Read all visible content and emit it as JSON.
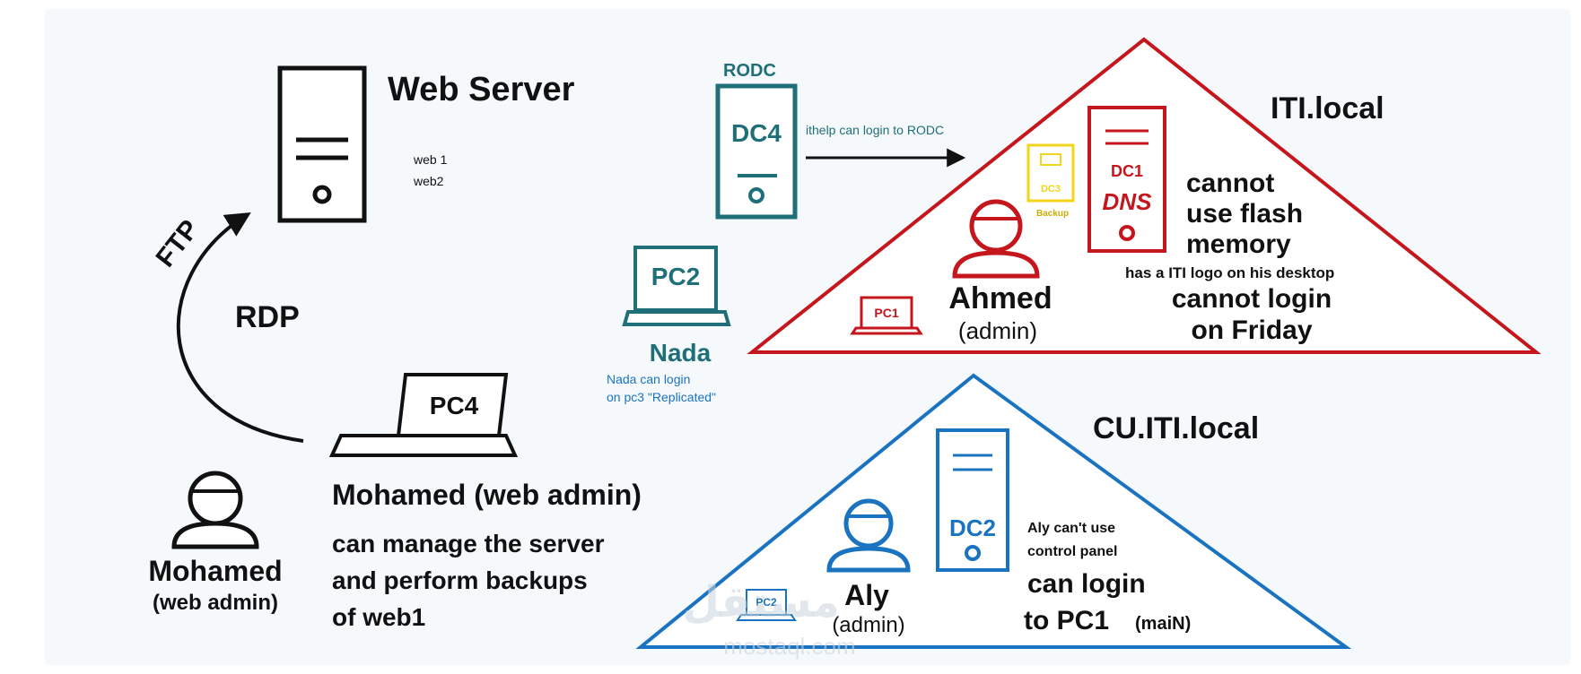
{
  "colors": {
    "black": "#111111",
    "red": "#c4161c",
    "blue": "#1a73c0",
    "teal": "#1f6f78",
    "yellow": "#f2d51b",
    "watermark": "#c9d4df",
    "background_tint": "#eef3f8"
  },
  "web_server": {
    "title": "Web Server",
    "sites": [
      "web 1",
      "web2"
    ],
    "icon": "server-icon"
  },
  "connections": {
    "ftp_label": "FTP",
    "rdp_label": "RDP",
    "rodc_note": "ithelp can login to RODC"
  },
  "rodc": {
    "label": "RODC",
    "dc_label": "DC4",
    "icon": "server-icon"
  },
  "pc2_nada": {
    "pc_label": "PC2",
    "user_name": "Nada",
    "note_line1": "Nada can login",
    "note_line2": "on pc3 \"Replicated\"",
    "icon": "laptop-icon"
  },
  "pc4": {
    "pc_label": "PC4",
    "icon": "laptop-icon"
  },
  "mohamed": {
    "name": "Mohamed",
    "role": "(web admin)",
    "heading": "Mohamed (web admin)",
    "desc_line1": "can manage the server",
    "desc_line2": "and perform backups",
    "desc_line3": "of web1",
    "icon": "user-icon"
  },
  "iti_domain": {
    "name": "ITI.local",
    "dc1_label": "DC1",
    "dns_label": "DNS",
    "dc3_label": "DC3",
    "backup_label": "Backup",
    "pc1_label": "PC1",
    "user_name": "Ahmed",
    "user_role": "(admin)",
    "policy1_line1": "cannot",
    "policy1_line2": "use flash",
    "policy1_line3": "memory",
    "policy2": "has a ITI logo on his desktop",
    "policy3_line1": "cannot login",
    "policy3_line2": "on Friday"
  },
  "cu_domain": {
    "name": "CU.ITI.local",
    "dc2_label": "DC2",
    "pc2_label": "PC2",
    "user_name": "Aly",
    "user_role": "(admin)",
    "policy1_line1": "Aly can't use",
    "policy1_line2": "control panel",
    "policy2_line1": "can login",
    "policy2_line2": "to PC1",
    "policy2_suffix": "(maiN)"
  },
  "watermark": {
    "arabic": "مستقل",
    "latin": "mostaql.com"
  }
}
